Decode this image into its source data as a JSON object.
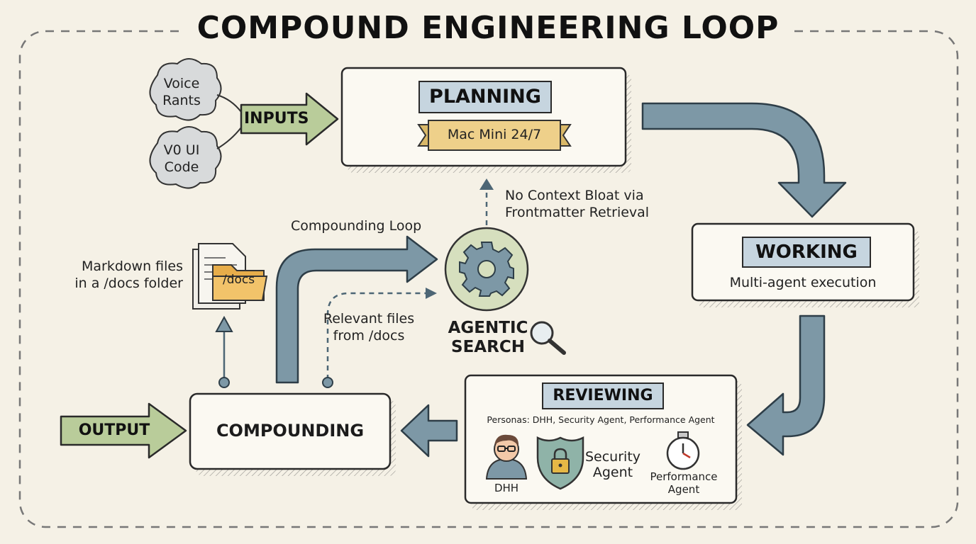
{
  "title": "COMPOUND ENGINEERING LOOP",
  "inputs": {
    "label": "INPUTS",
    "clouds": [
      {
        "line1": "Voice",
        "line2": "Rants"
      },
      {
        "line1": "V0 UI",
        "line2": "Code"
      }
    ]
  },
  "planning": {
    "label": "PLANNING",
    "banner": "Mac Mini 24/7"
  },
  "working": {
    "label": "WORKING",
    "subtitle": "Multi-agent execution"
  },
  "reviewing": {
    "label": "REVIEWING",
    "personas": "Personas: DHH, Security Agent, Performance Agent",
    "agents": {
      "dhh": "DHH",
      "security": {
        "line1": "Security",
        "line2": "Agent"
      },
      "performance": {
        "line1": "Performance",
        "line2": "Agent"
      }
    }
  },
  "compounding": {
    "label": "COMPOUNDING"
  },
  "output": {
    "label": "OUTPUT"
  },
  "agentic_search": {
    "line1": "AGENTIC",
    "line2": "SEARCH"
  },
  "annotations": {
    "no_context": {
      "line1": "No Context Bloat via",
      "line2": "Frontmatter Retrieval"
    },
    "compounding_loop": "Compounding Loop",
    "relevant_files": {
      "line1": "Relevant files",
      "line2": "from /docs"
    },
    "markdown": {
      "line1": "Markdown files",
      "line2": "in a /docs folder"
    },
    "docs_folder": "/docs"
  },
  "colors": {
    "background": "#f5f1e6",
    "flow_arrow": "#7d98a6",
    "label_blue": "#c6d5df",
    "banner": "#eed08a",
    "green": "#b9cc9a",
    "gear_circle": "#d6dfbe",
    "shield": "#8fb3a8",
    "lock": "#e6b846"
  }
}
